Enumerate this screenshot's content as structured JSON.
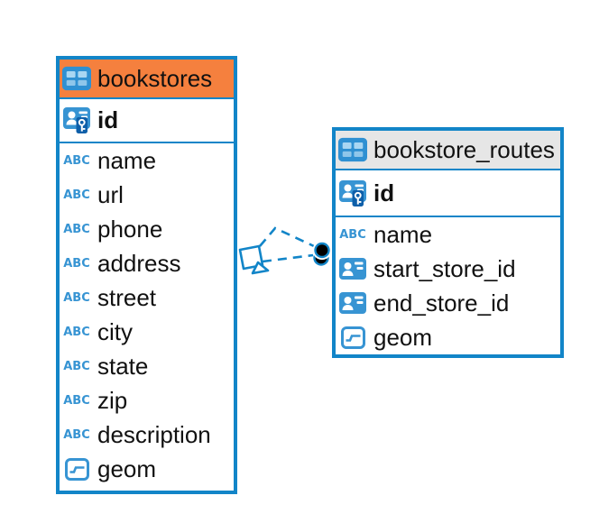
{
  "colors": {
    "accent": "#1285c8",
    "selected_header": "#f5803e",
    "plain_header": "#e6e6e6",
    "icon_blue": "#3794d3",
    "icon_light": "#a9d6f2",
    "key_badge": "#0e5fa9",
    "text": "#111111"
  },
  "icons": {
    "abc_label": "ABC",
    "table": "table-grid-icon",
    "primary_key": "person-badge-key-icon",
    "foreign_key": "person-badge-icon",
    "geometry": "line-segment-icon"
  },
  "tables": [
    {
      "name": "bookstores",
      "header_style": "selected-orange",
      "columns": [
        {
          "name": "id",
          "type_icon": "primary-key"
        },
        {
          "name": "name",
          "type_icon": "text"
        },
        {
          "name": "url",
          "type_icon": "text"
        },
        {
          "name": "phone",
          "type_icon": "text"
        },
        {
          "name": "address",
          "type_icon": "text"
        },
        {
          "name": "street",
          "type_icon": "text"
        },
        {
          "name": "city",
          "type_icon": "text"
        },
        {
          "name": "state",
          "type_icon": "text"
        },
        {
          "name": "zip",
          "type_icon": "text"
        },
        {
          "name": "description",
          "type_icon": "text"
        },
        {
          "name": "geom",
          "type_icon": "geometry"
        }
      ]
    },
    {
      "name": "bookstore_routes",
      "header_style": "plain-gray",
      "columns": [
        {
          "name": "id",
          "type_icon": "primary-key"
        },
        {
          "name": "name",
          "type_icon": "text"
        },
        {
          "name": "start_store_id",
          "type_icon": "foreign-key"
        },
        {
          "name": "end_store_id",
          "type_icon": "foreign-key"
        },
        {
          "name": "geom",
          "type_icon": "geometry"
        }
      ]
    }
  ],
  "connectors": {
    "count": 2,
    "line_style": "dashed",
    "from_table": "bookstores",
    "to_table": "bookstore_routes",
    "from_marker": "diamond",
    "to_marker": "filled-dots"
  }
}
